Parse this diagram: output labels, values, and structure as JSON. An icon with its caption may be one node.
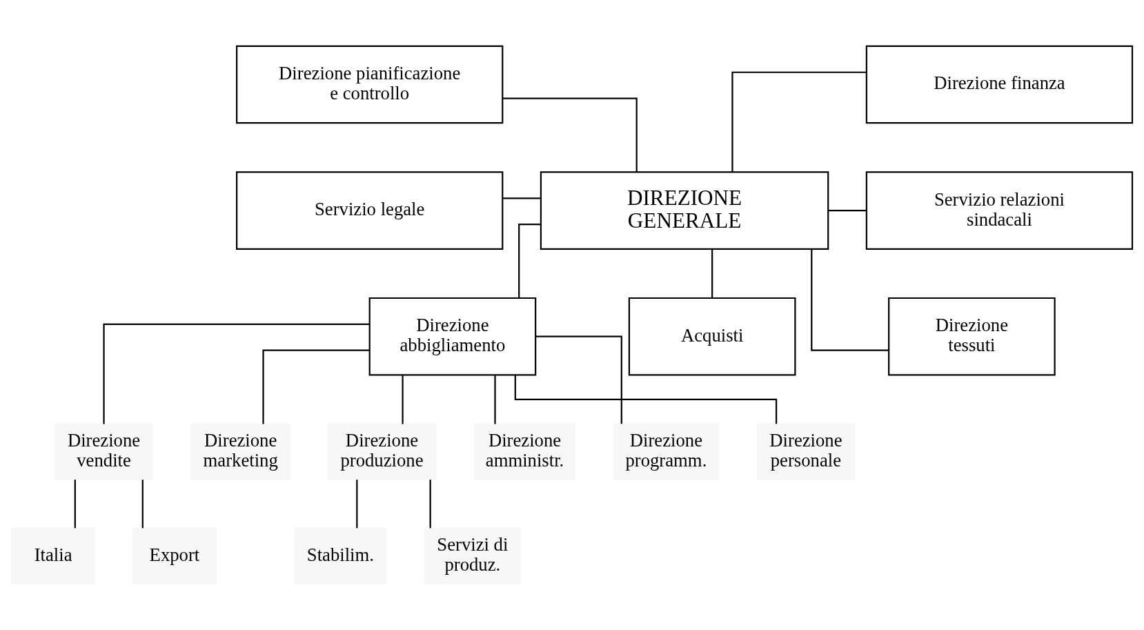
{
  "diagram": {
    "nodes": [
      {
        "text": [
          "DIREZIONE GENERALE"
        ]
      },
      {
        "text": [
          "Direzione pianificazione e controllo"
        ]
      },
      {
        "text": [
          "Direzione finanza"
        ]
      },
      {
        "text": [
          "Servizio legale"
        ]
      },
      {
        "text": [
          "Servizio relazioni sindacali"
        ]
      },
      {
        "text": [
          "Direzione abbigliamento"
        ]
      },
      {
        "text": [
          "Direzione tessuti"
        ]
      },
      {
        "text": [
          "Acquisti"
        ]
      },
      {
        "text": [
          "Direzione vendite"
        ]
      },
      {
        "text": [
          "Direzione marketing"
        ]
      },
      {
        "text": [
          "Direzione produzione"
        ]
      },
      {
        "text": [
          "Direzione amministr."
        ]
      },
      {
        "text": [
          "Direzione programm."
        ]
      },
      {
        "text": [
          "Direzione personale"
        ]
      },
      {
        "text": [
          "Italia"
        ]
      },
      {
        "text": [
          "Export"
        ]
      },
      {
        "text": [
          "Stabilim."
        ]
      },
      {
        "text": [
          "Servizi di produz."
        ]
      }
    ],
    "edges": [
      {
        "from": 0,
        "to": 1,
        "arrow": "none"
      },
      {
        "from": 0,
        "to": 2,
        "arrow": "none"
      },
      {
        "from": 0,
        "to": 3,
        "arrow": "none"
      },
      {
        "from": 0,
        "to": 4,
        "arrow": "none"
      },
      {
        "from": 0,
        "to": 5,
        "arrow": "none"
      },
      {
        "from": 0,
        "to": 6,
        "arrow": "none"
      },
      {
        "from": 0,
        "to": 7,
        "arrow": "none"
      },
      {
        "from": 5,
        "to": 8,
        "arrow": "none"
      },
      {
        "from": 5,
        "to": 9,
        "arrow": "none"
      },
      {
        "from": 5,
        "to": 10,
        "arrow": "none"
      },
      {
        "from": 5,
        "to": 11,
        "arrow": "none"
      },
      {
        "from": 5,
        "to": 12,
        "arrow": "none"
      },
      {
        "from": 5,
        "to": 13,
        "arrow": "none"
      },
      {
        "from": 8,
        "to": 14,
        "arrow": "none"
      },
      {
        "from": 8,
        "to": 15,
        "arrow": "none"
      },
      {
        "from": 10,
        "to": 16,
        "arrow": "none"
      },
      {
        "from": 10,
        "to": 17,
        "arrow": "none"
      }
    ]
  }
}
